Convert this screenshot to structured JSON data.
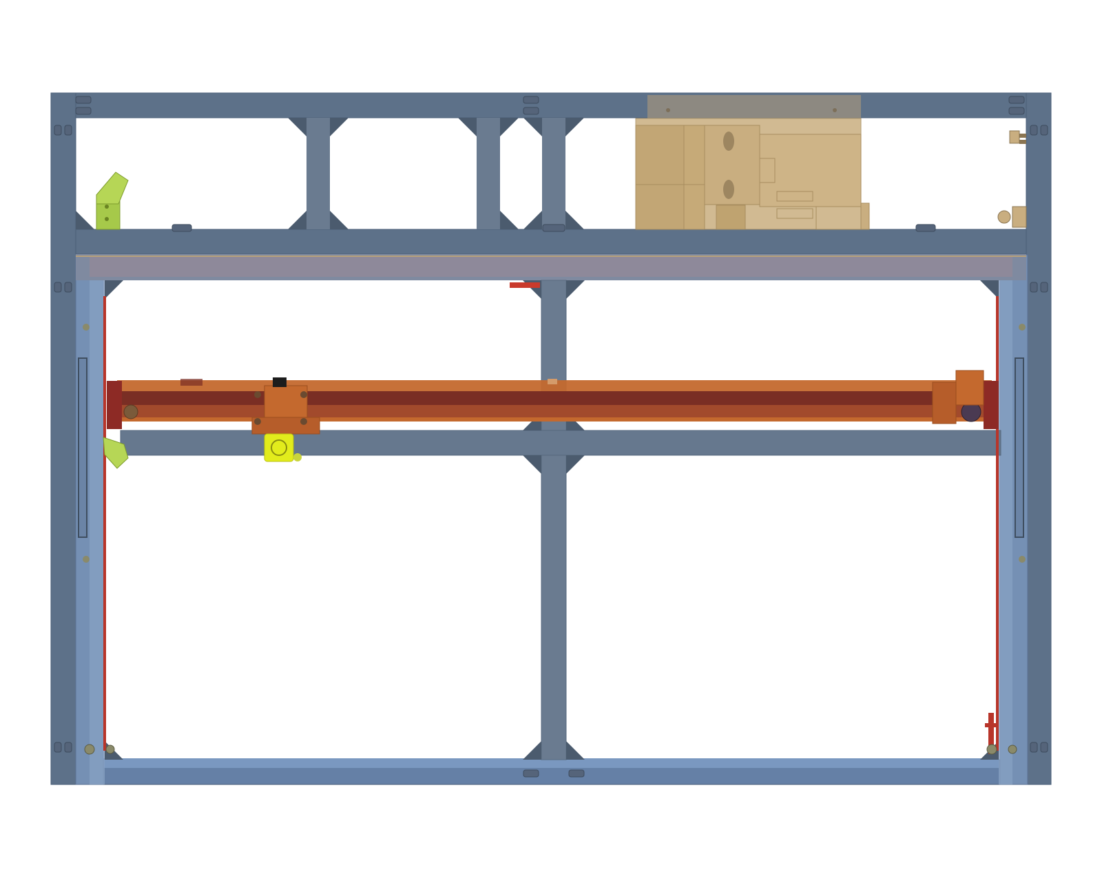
{
  "view": {
    "title": "",
    "background": "#ffffff"
  },
  "colors": {
    "frame": "#5d7189",
    "frame_light": "#7590b4",
    "frame_edge": "#4a5e78",
    "bracket": "#4b5b6e",
    "rail_red": "#b8352a",
    "rail_dark": "#7a2e24",
    "carriage_orange": "#c4692e",
    "electronics_tan": "#c9ae80",
    "bracket_green": "#a6c94a",
    "tool_yellow": "#e2ec1c",
    "crossbar_overlay": "#9a8896"
  },
  "components": [
    {
      "id": "outer-frame",
      "label": ""
    },
    {
      "id": "electronics-panel",
      "label": ""
    },
    {
      "id": "gantry-beam",
      "label": ""
    },
    {
      "id": "toolhead-carriage",
      "label": ""
    },
    {
      "id": "toolhead-yellow",
      "label": ""
    },
    {
      "id": "limit-bracket-green",
      "label": ""
    },
    {
      "id": "y-rail-left",
      "label": ""
    },
    {
      "id": "y-rail-right",
      "label": ""
    }
  ]
}
